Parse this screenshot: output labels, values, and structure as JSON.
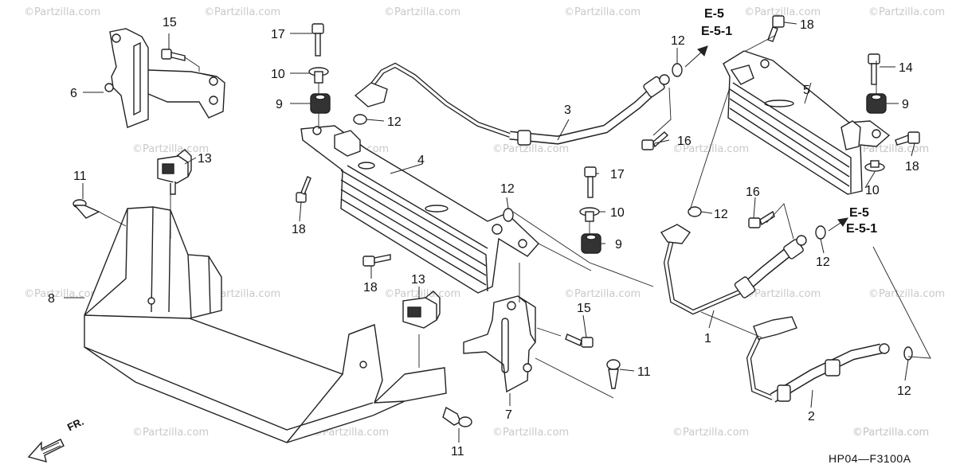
{
  "watermark": "Partzilla.com",
  "watermark_count": 24,
  "diagram_code": "HP04—F3100A",
  "direction_label": "FR.",
  "callouts": {
    "p1": "1",
    "p2": "2",
    "p3": "3",
    "p4": "4",
    "p5": "5",
    "p6": "6",
    "p7": "7",
    "p8": "8",
    "p9": "9",
    "p10": "10",
    "p11": "11",
    "p12": "12",
    "p13": "13",
    "p14": "14",
    "p15": "15",
    "p16": "16",
    "p17": "17",
    "p18": "18"
  },
  "refs": {
    "top_a": "E-5",
    "top_b": "E-5-1",
    "right_a": "E-5",
    "right_b": "E-5-1"
  }
}
